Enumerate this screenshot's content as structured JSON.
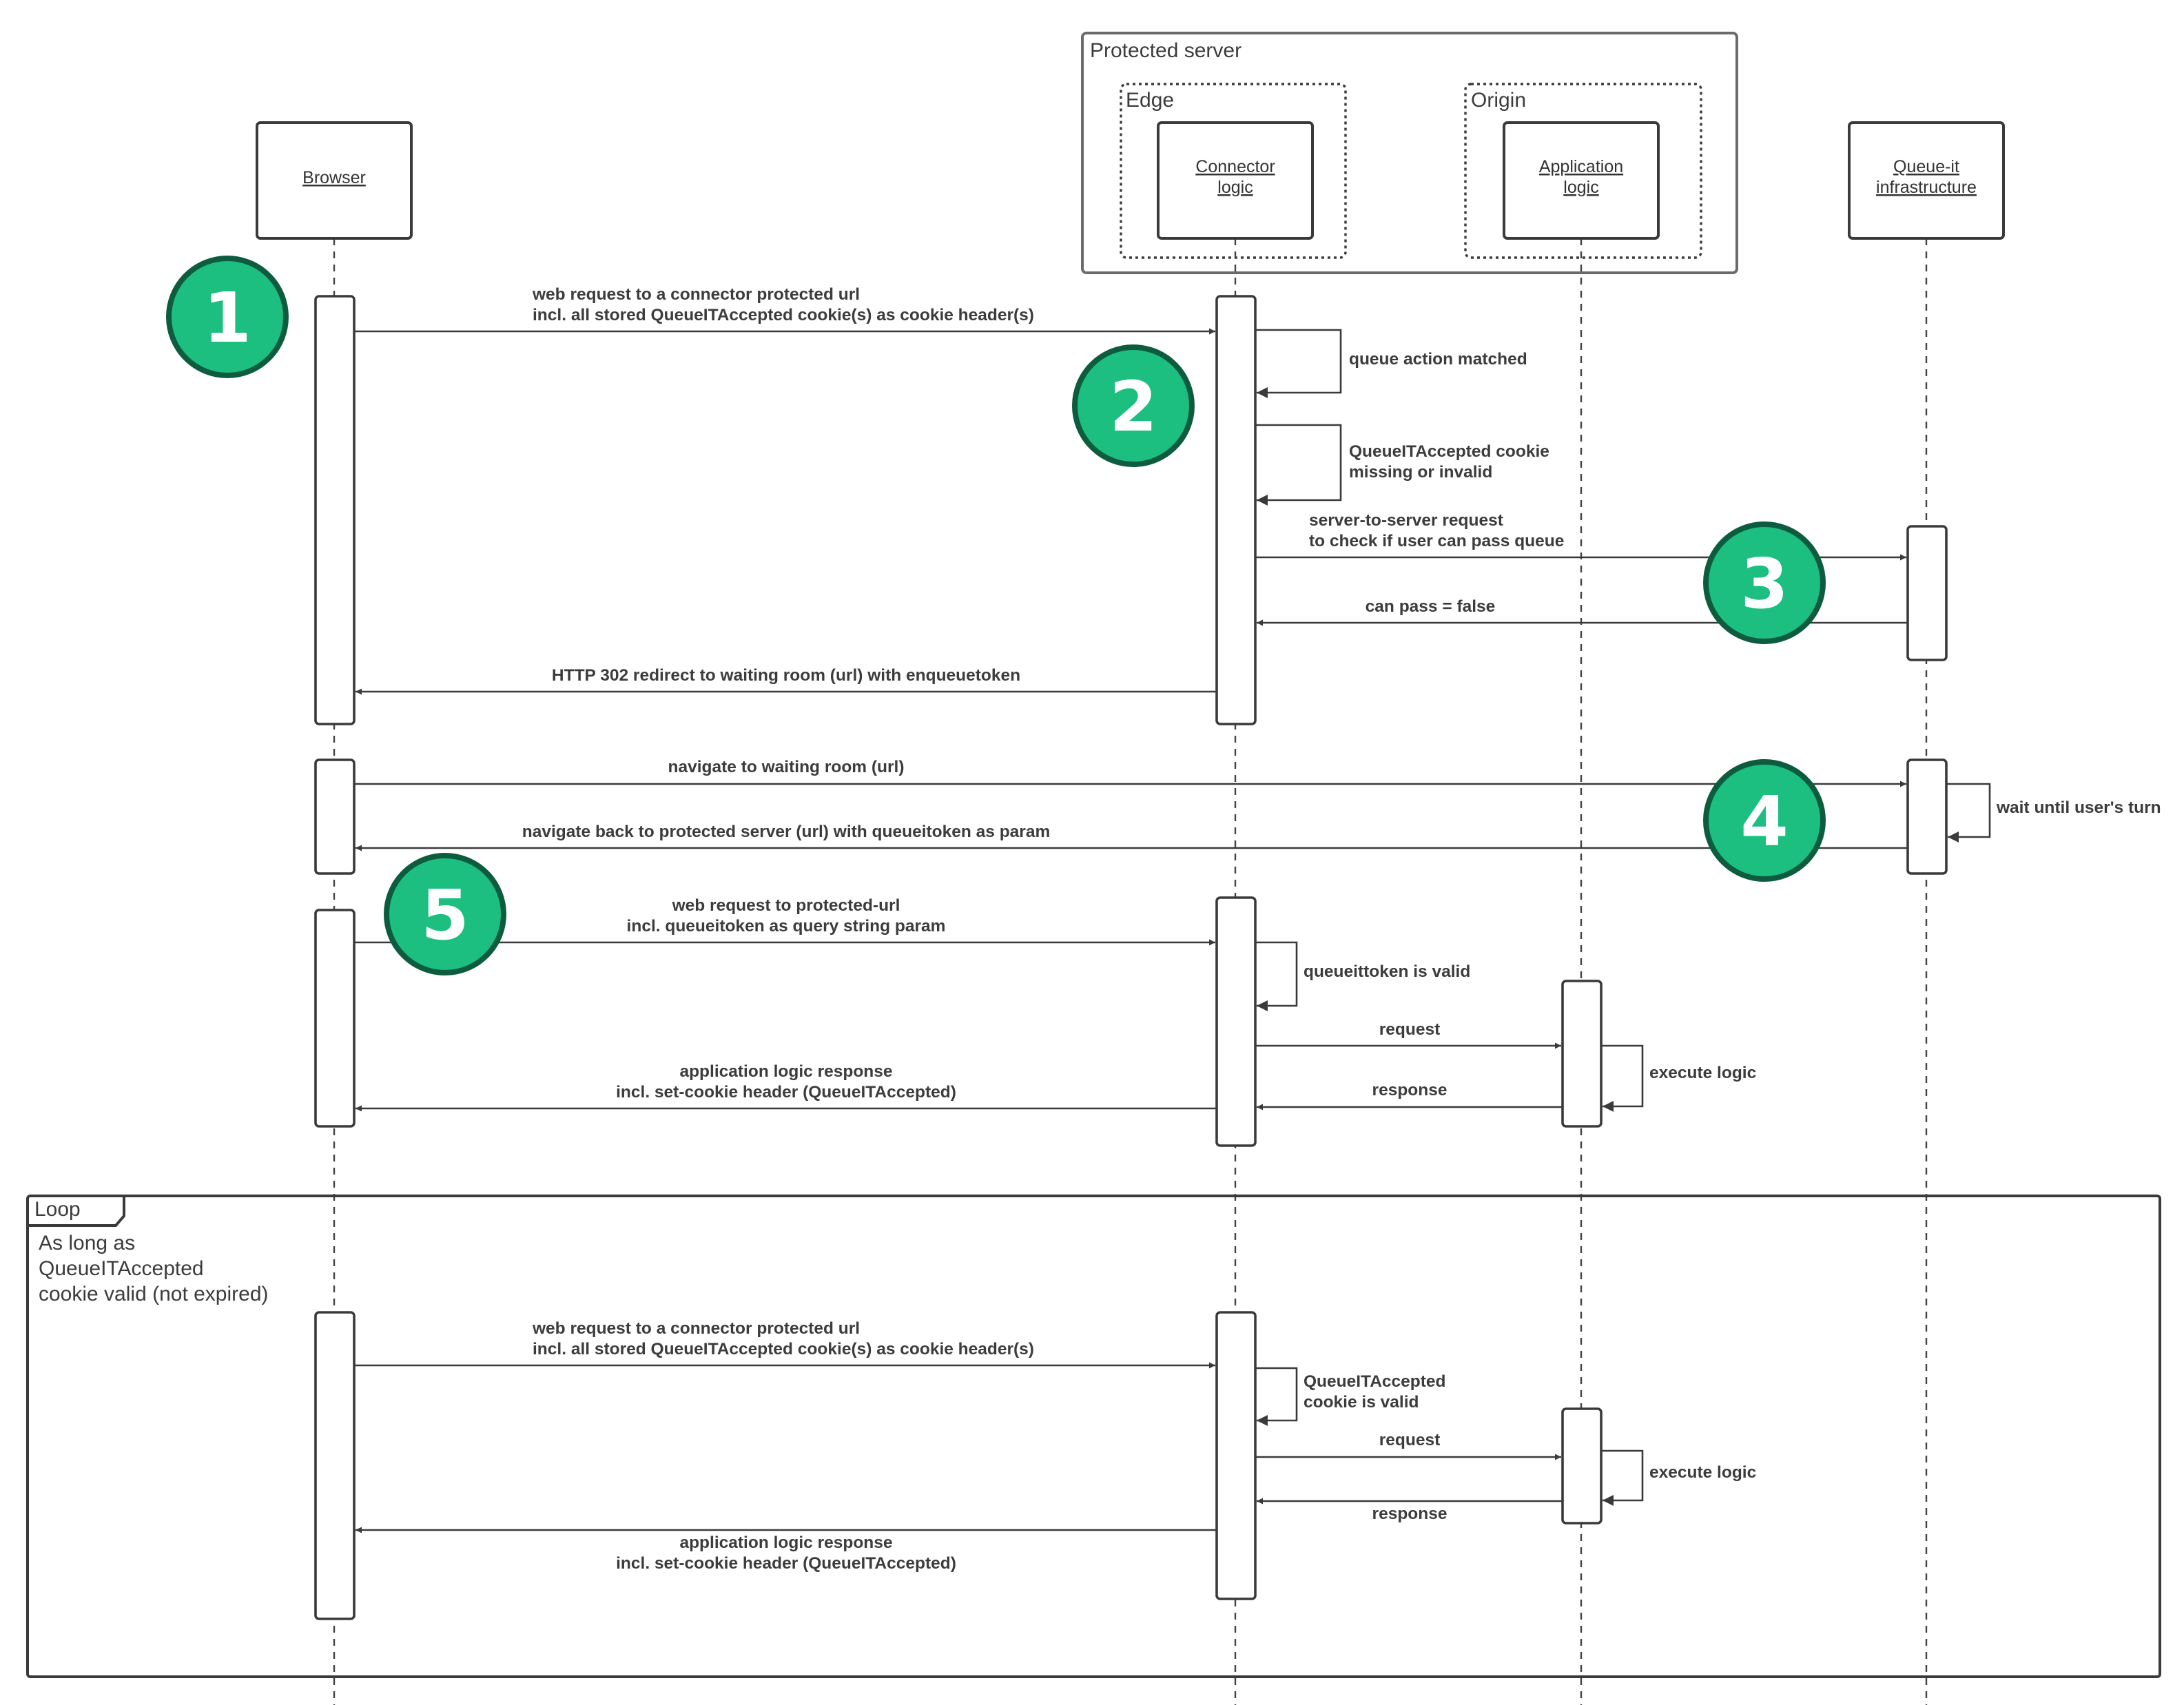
{
  "colors": {
    "badge_fill": "#1cbf80",
    "badge_stroke": "#0e5c3f",
    "line": "#3a3a3a",
    "text": "#3c3c3c"
  },
  "groups": {
    "protected_server": "Protected server",
    "edge": "Edge",
    "origin": "Origin"
  },
  "actors": {
    "browser": [
      "Browser"
    ],
    "connector": [
      "Connector",
      "logic"
    ],
    "application": [
      "Application",
      "logic"
    ],
    "queueit": [
      "Queue-it",
      "infrastructure"
    ]
  },
  "badges": [
    "1",
    "2",
    "3",
    "4",
    "5"
  ],
  "messages": {
    "m1": [
      "web request to a connector protected url",
      "incl. all stored QueueITAccepted cookie(s) as cookie header(s)"
    ],
    "m2": [
      "queue action matched"
    ],
    "m3": [
      "QueueITAccepted cookie",
      "missing or invalid"
    ],
    "m4": [
      "server-to-server request",
      "to check if user can pass queue"
    ],
    "m5": [
      "can pass = false"
    ],
    "m6": [
      "HTTP 302 redirect to waiting room (url) with enqueuetoken"
    ],
    "m7": [
      "navigate to waiting room (url)"
    ],
    "m8": [
      "wait until user's turn"
    ],
    "m9": [
      "navigate back to protected server (url) with queueitoken as param"
    ],
    "m10": [
      "web request to protected-url",
      "incl. queueitoken as query string param"
    ],
    "m11": [
      "queueittoken is valid"
    ],
    "m12": [
      "request"
    ],
    "m13": [
      "execute logic"
    ],
    "m14": [
      "response"
    ],
    "m15": [
      "application logic response",
      "incl. set-cookie header (QueueITAccepted)"
    ]
  },
  "loop": {
    "tag": "Loop",
    "condition": [
      "As long as",
      "QueueITAccepted",
      "cookie valid (not expired)"
    ],
    "messages": {
      "l1": [
        "web request to a connector protected url",
        "incl. all stored QueueITAccepted cookie(s) as cookie header(s)"
      ],
      "l2": [
        "QueueITAccepted",
        "cookie is valid"
      ],
      "l3": [
        "request"
      ],
      "l4": [
        "execute logic"
      ],
      "l5": [
        "response"
      ],
      "l6": [
        "application logic response",
        "incl. set-cookie header (QueueITAccepted)"
      ]
    }
  }
}
